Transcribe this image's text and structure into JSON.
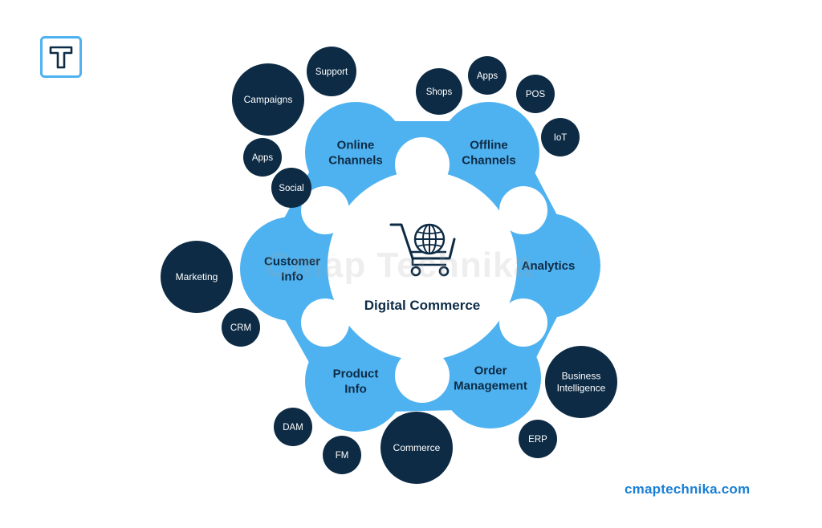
{
  "diagram": {
    "center_title": "Digital Commerce",
    "hubs": [
      {
        "id": "online",
        "lines": [
          "Online",
          "Channels"
        ]
      },
      {
        "id": "offline",
        "lines": [
          "Offline",
          "Channels"
        ]
      },
      {
        "id": "analytics",
        "lines": [
          "Analytics"
        ]
      },
      {
        "id": "order",
        "lines": [
          "Order",
          "Management"
        ]
      },
      {
        "id": "product",
        "lines": [
          "Product",
          "Info"
        ]
      },
      {
        "id": "customer",
        "lines": [
          "Customer",
          "Info"
        ]
      }
    ],
    "satellites": [
      {
        "id": "support",
        "lines": [
          "Support"
        ]
      },
      {
        "id": "campaigns",
        "lines": [
          "Campaigns"
        ]
      },
      {
        "id": "apps-1",
        "lines": [
          "Apps"
        ]
      },
      {
        "id": "social",
        "lines": [
          "Social"
        ]
      },
      {
        "id": "shops",
        "lines": [
          "Shops"
        ]
      },
      {
        "id": "apps-2",
        "lines": [
          "Apps"
        ]
      },
      {
        "id": "pos",
        "lines": [
          "POS"
        ]
      },
      {
        "id": "iot",
        "lines": [
          "IoT"
        ]
      },
      {
        "id": "marketing",
        "lines": [
          "Marketing"
        ]
      },
      {
        "id": "crm",
        "lines": [
          "CRM"
        ]
      },
      {
        "id": "bi",
        "lines": [
          "Business",
          "Intelligence"
        ]
      },
      {
        "id": "erp",
        "lines": [
          "ERP"
        ]
      },
      {
        "id": "dam",
        "lines": [
          "DAM"
        ]
      },
      {
        "id": "fm",
        "lines": [
          "FM"
        ]
      },
      {
        "id": "commerce",
        "lines": [
          "Commerce"
        ]
      }
    ]
  },
  "colors": {
    "hub": "#4fb2f0",
    "satellite": "#0d2b45",
    "hub_text": "#0d2b45",
    "satellite_text": "#ffffff",
    "accent": "#1a7fd6"
  },
  "watermark": "Cmap Technika",
  "footer": {
    "site": "cmaptechnika.com"
  }
}
